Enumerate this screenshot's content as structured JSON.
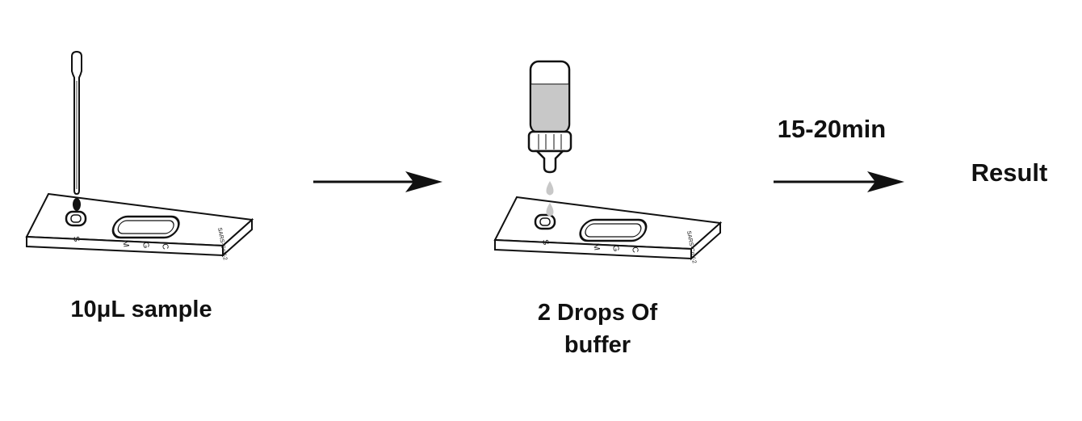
{
  "steps": [
    {
      "label": "10μL sample"
    },
    {
      "label_lines": [
        "2 Drops Of",
        "buffer"
      ]
    }
  ],
  "timing_label": "15-20min",
  "result_label": "Result",
  "cassette": {
    "sample_well_label": "S",
    "line_labels": [
      "M",
      "G",
      "C"
    ],
    "brand_text": "SARS-CoV-2"
  }
}
